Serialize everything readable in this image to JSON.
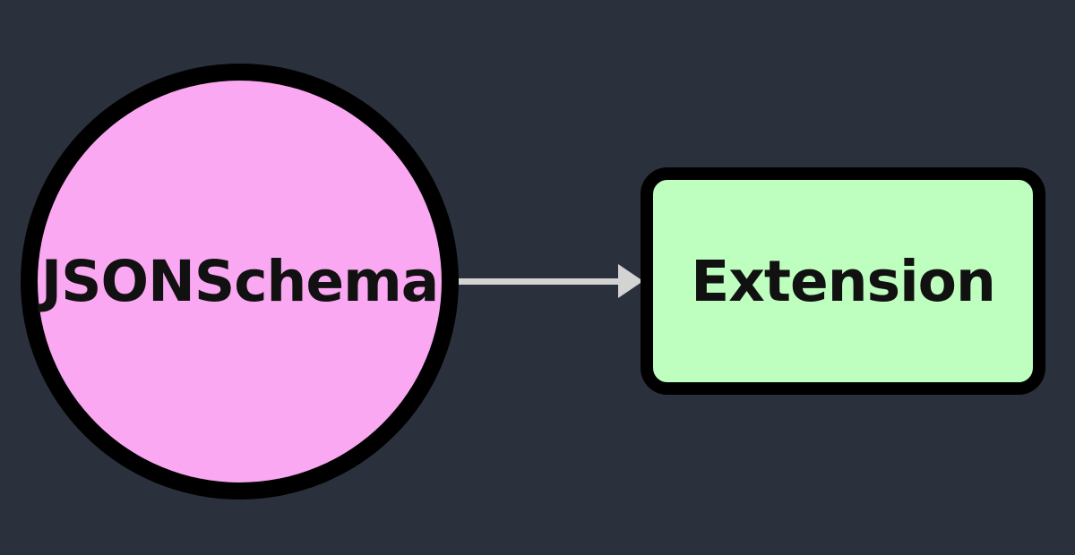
{
  "diagram": {
    "type": "flowchart",
    "background_color": "#2b303d",
    "nodes": [
      {
        "id": "jsonschema",
        "label": "JSONSchema",
        "shape": "circle",
        "fill_color": "#faa8f2",
        "border_color": "#000000",
        "text_color": "#111111"
      },
      {
        "id": "extension",
        "label": "Extension",
        "shape": "rounded-rectangle",
        "fill_color": "#beffc0",
        "border_color": "#000000",
        "text_color": "#111111"
      }
    ],
    "edges": [
      {
        "from": "jsonschema",
        "to": "extension",
        "direction": "right",
        "style": "solid",
        "arrowhead": "triangle",
        "color": "#d3d3d3"
      }
    ]
  }
}
